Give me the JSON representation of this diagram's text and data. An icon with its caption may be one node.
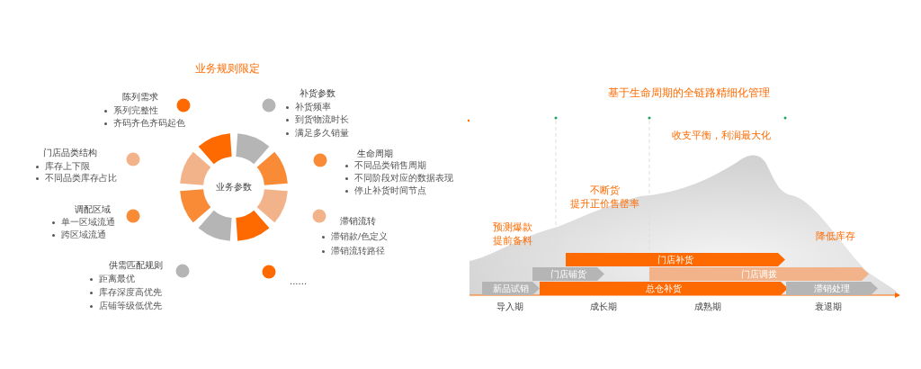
{
  "diagram": {
    "nodes": [
      {
        "text": [
          "业务参数"
        ]
      },
      {
        "text": [
          "门店补货"
        ]
      },
      {
        "text": [
          "门店铺货"
        ]
      },
      {
        "text": [
          "门店调拨"
        ]
      },
      {
        "text": [
          "新品试销"
        ]
      },
      {
        "text": [
          "总仓补货"
        ]
      },
      {
        "text": [
          "滞销处理"
        ]
      }
    ],
    "labels": [
      "业务规则限定",
      "陈列需求",
      "系列完整性",
      "齐码齐色齐码起色",
      "补货参数",
      "补货频率",
      "到货物流时长",
      "满足多久销量",
      "门店品类结构",
      "库存上下限",
      "不同品类库存占比",
      "生命周期",
      "不同品类销售周期",
      "不同阶段对应的数据表现",
      "停止补货时间节点",
      "调配区域",
      "单一区域流通",
      "跨区域流通",
      "滞销流转",
      "滞销款/色定义",
      "滞销流转路径",
      "供需匹配规则",
      "距离最优",
      "库存深度高优先",
      "店铺等级低优先",
      "......",
      "基于生命周期的全链路精细化管理",
      "收支平衡，利润最大化",
      "不断货",
      "提升正价售罄率",
      "预测爆款",
      "提前备料",
      "降低库存",
      "导入期",
      "成长期",
      "成熟期",
      "衰退期"
    ]
  }
}
